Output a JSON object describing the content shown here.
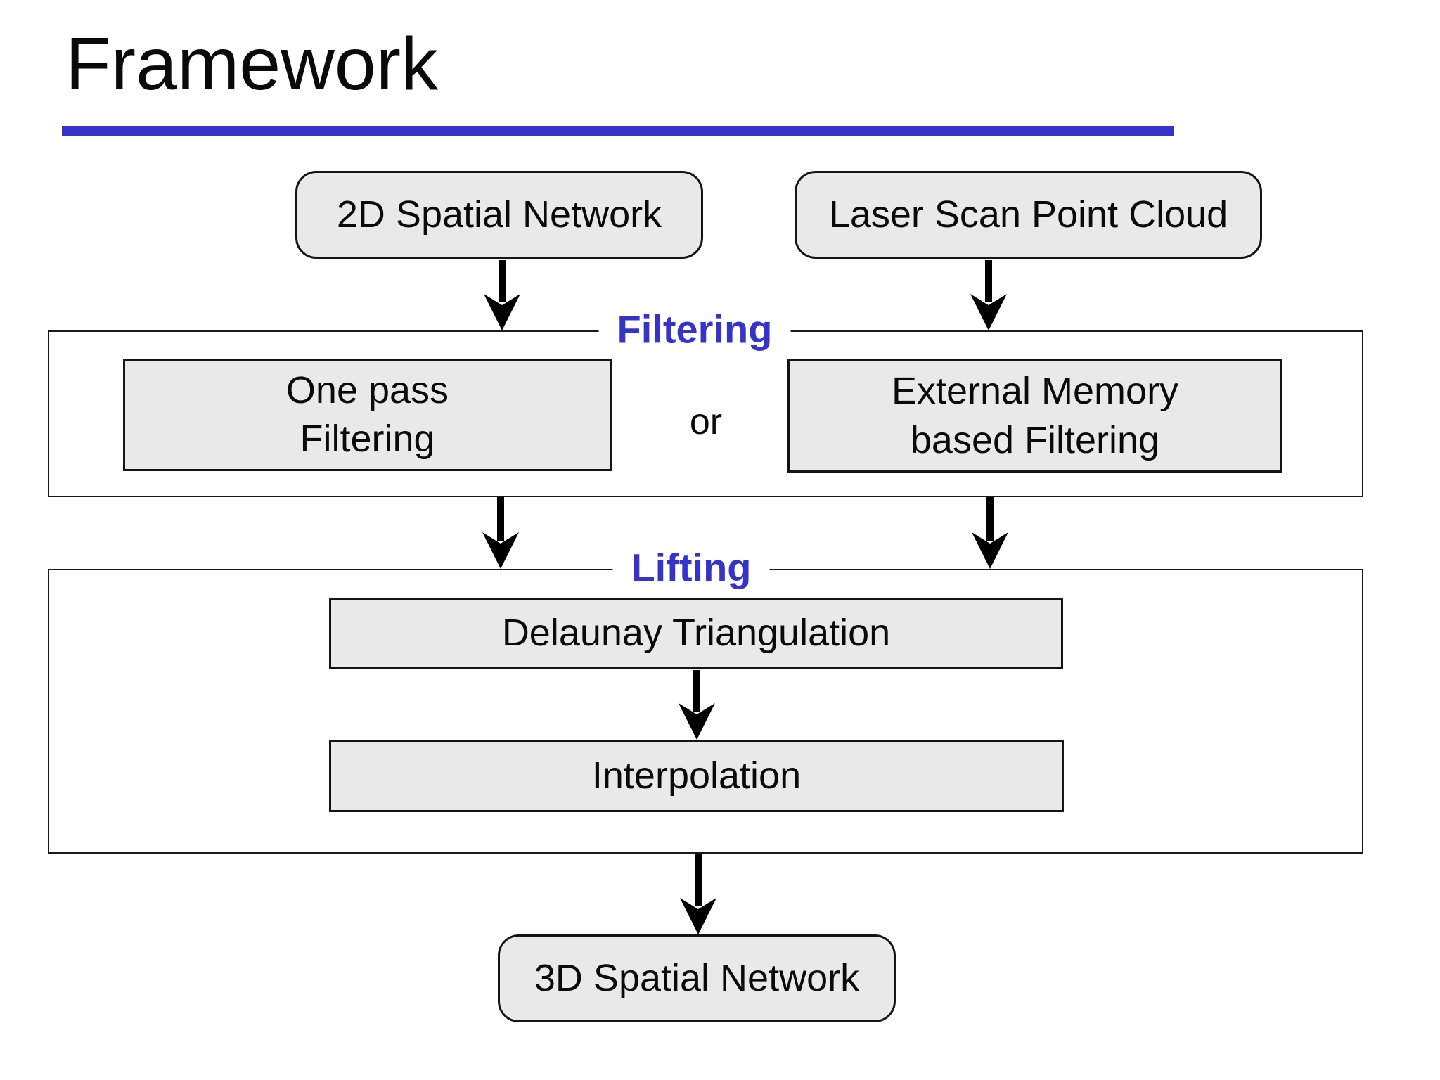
{
  "slide": {
    "title": "Framework"
  },
  "colors": {
    "accent_blue": "#3634c8",
    "node_fill": "#e9e9e9",
    "node_border": "#141414",
    "text": "#0a0a0a",
    "background": "#ffffff"
  },
  "sections": [
    {
      "label": "Filtering"
    },
    {
      "label": "Lifting"
    }
  ],
  "nodes": {
    "source_2d": {
      "label": "2D Spatial Network"
    },
    "source_laser": {
      "label": "Laser Scan Point Cloud"
    },
    "one_pass": {
      "line1": "One pass",
      "line2": "Filtering"
    },
    "external_memory": {
      "line1": "External Memory",
      "line2": "based Filtering"
    },
    "delaunay": {
      "label": "Delaunay Triangulation"
    },
    "interpolation": {
      "label": "Interpolation"
    },
    "output_3d": {
      "label": "3D Spatial Network"
    }
  },
  "operators": {
    "or": "or"
  },
  "edges": [
    {
      "from": "source_2d",
      "to": "filtering-section"
    },
    {
      "from": "source_laser",
      "to": "filtering-section"
    },
    {
      "from": "filtering-section-left",
      "to": "lifting-section"
    },
    {
      "from": "filtering-section-right",
      "to": "lifting-section"
    },
    {
      "from": "delaunay",
      "to": "interpolation"
    },
    {
      "from": "lifting-section",
      "to": "output_3d"
    }
  ]
}
